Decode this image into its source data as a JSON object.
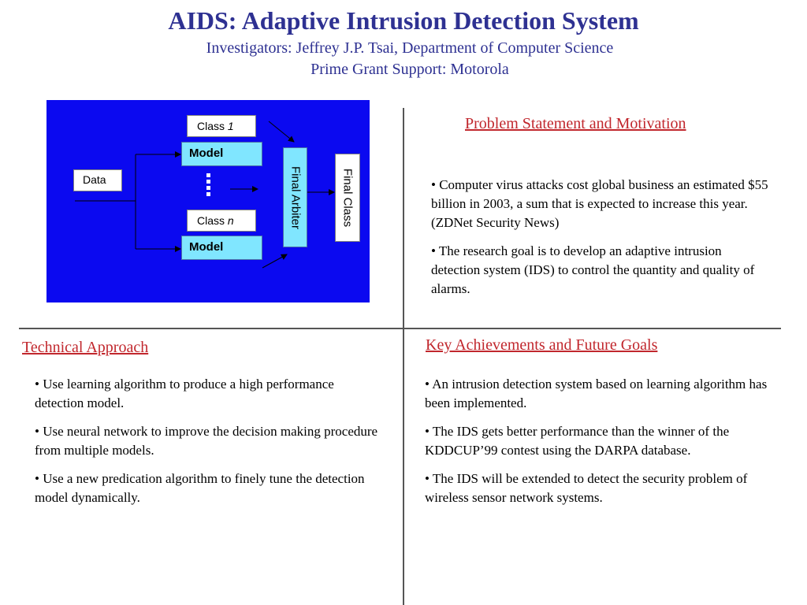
{
  "header": {
    "title": "AIDS: Adaptive Intrusion Detection System",
    "investigators": "Investigators: Jeffrey J.P. Tsai, Department of Computer Science",
    "grant": "Prime Grant Support: Motorola"
  },
  "diagram": {
    "data_label": "Data",
    "class1_prefix": "Class ",
    "class1_var": "1",
    "classn_prefix": "Class ",
    "classn_var": "n",
    "model1_label": "Model",
    "modeln_label": "Model",
    "arbiter_label": "Final Arbiter",
    "final_class_label": "Final Class",
    "colors": {
      "background": "#0b09f0",
      "model": "#80e6ff",
      "box": "#ffffff"
    }
  },
  "problem": {
    "heading": "Problem Statement and Motivation",
    "bullets": [
      "•  Computer virus attacks cost global business an estimated $55 billion in 2003, a sum that is expected to increase this year. (ZDNet Security News)",
      "• The research goal is to develop an adaptive intrusion detection system (IDS) to control the quantity and quality of alarms."
    ]
  },
  "technical": {
    "heading": "Technical Approach",
    "bullets": [
      "• Use learning algorithm to produce a  high performance  detection model.",
      "• Use neural network to improve the decision making procedure from multiple models.",
      "• Use a new  predication algorithm to  finely tune  the detection model dynamically."
    ]
  },
  "achievements": {
    "heading": "Key Achievements and Future Goals",
    "bullets": [
      "•  An  intrusion detection system based on  learning algorithm has been implemented.",
      "•  The IDS gets better performance than the winner of the KDDCUP’99 contest  using the  DARPA database.",
      "•  The IDS will be extended to detect  the security problem of wireless sensor network systems."
    ]
  },
  "colors": {
    "title": "#2e3192",
    "heading": "#c1272d",
    "divider": "#555555"
  }
}
